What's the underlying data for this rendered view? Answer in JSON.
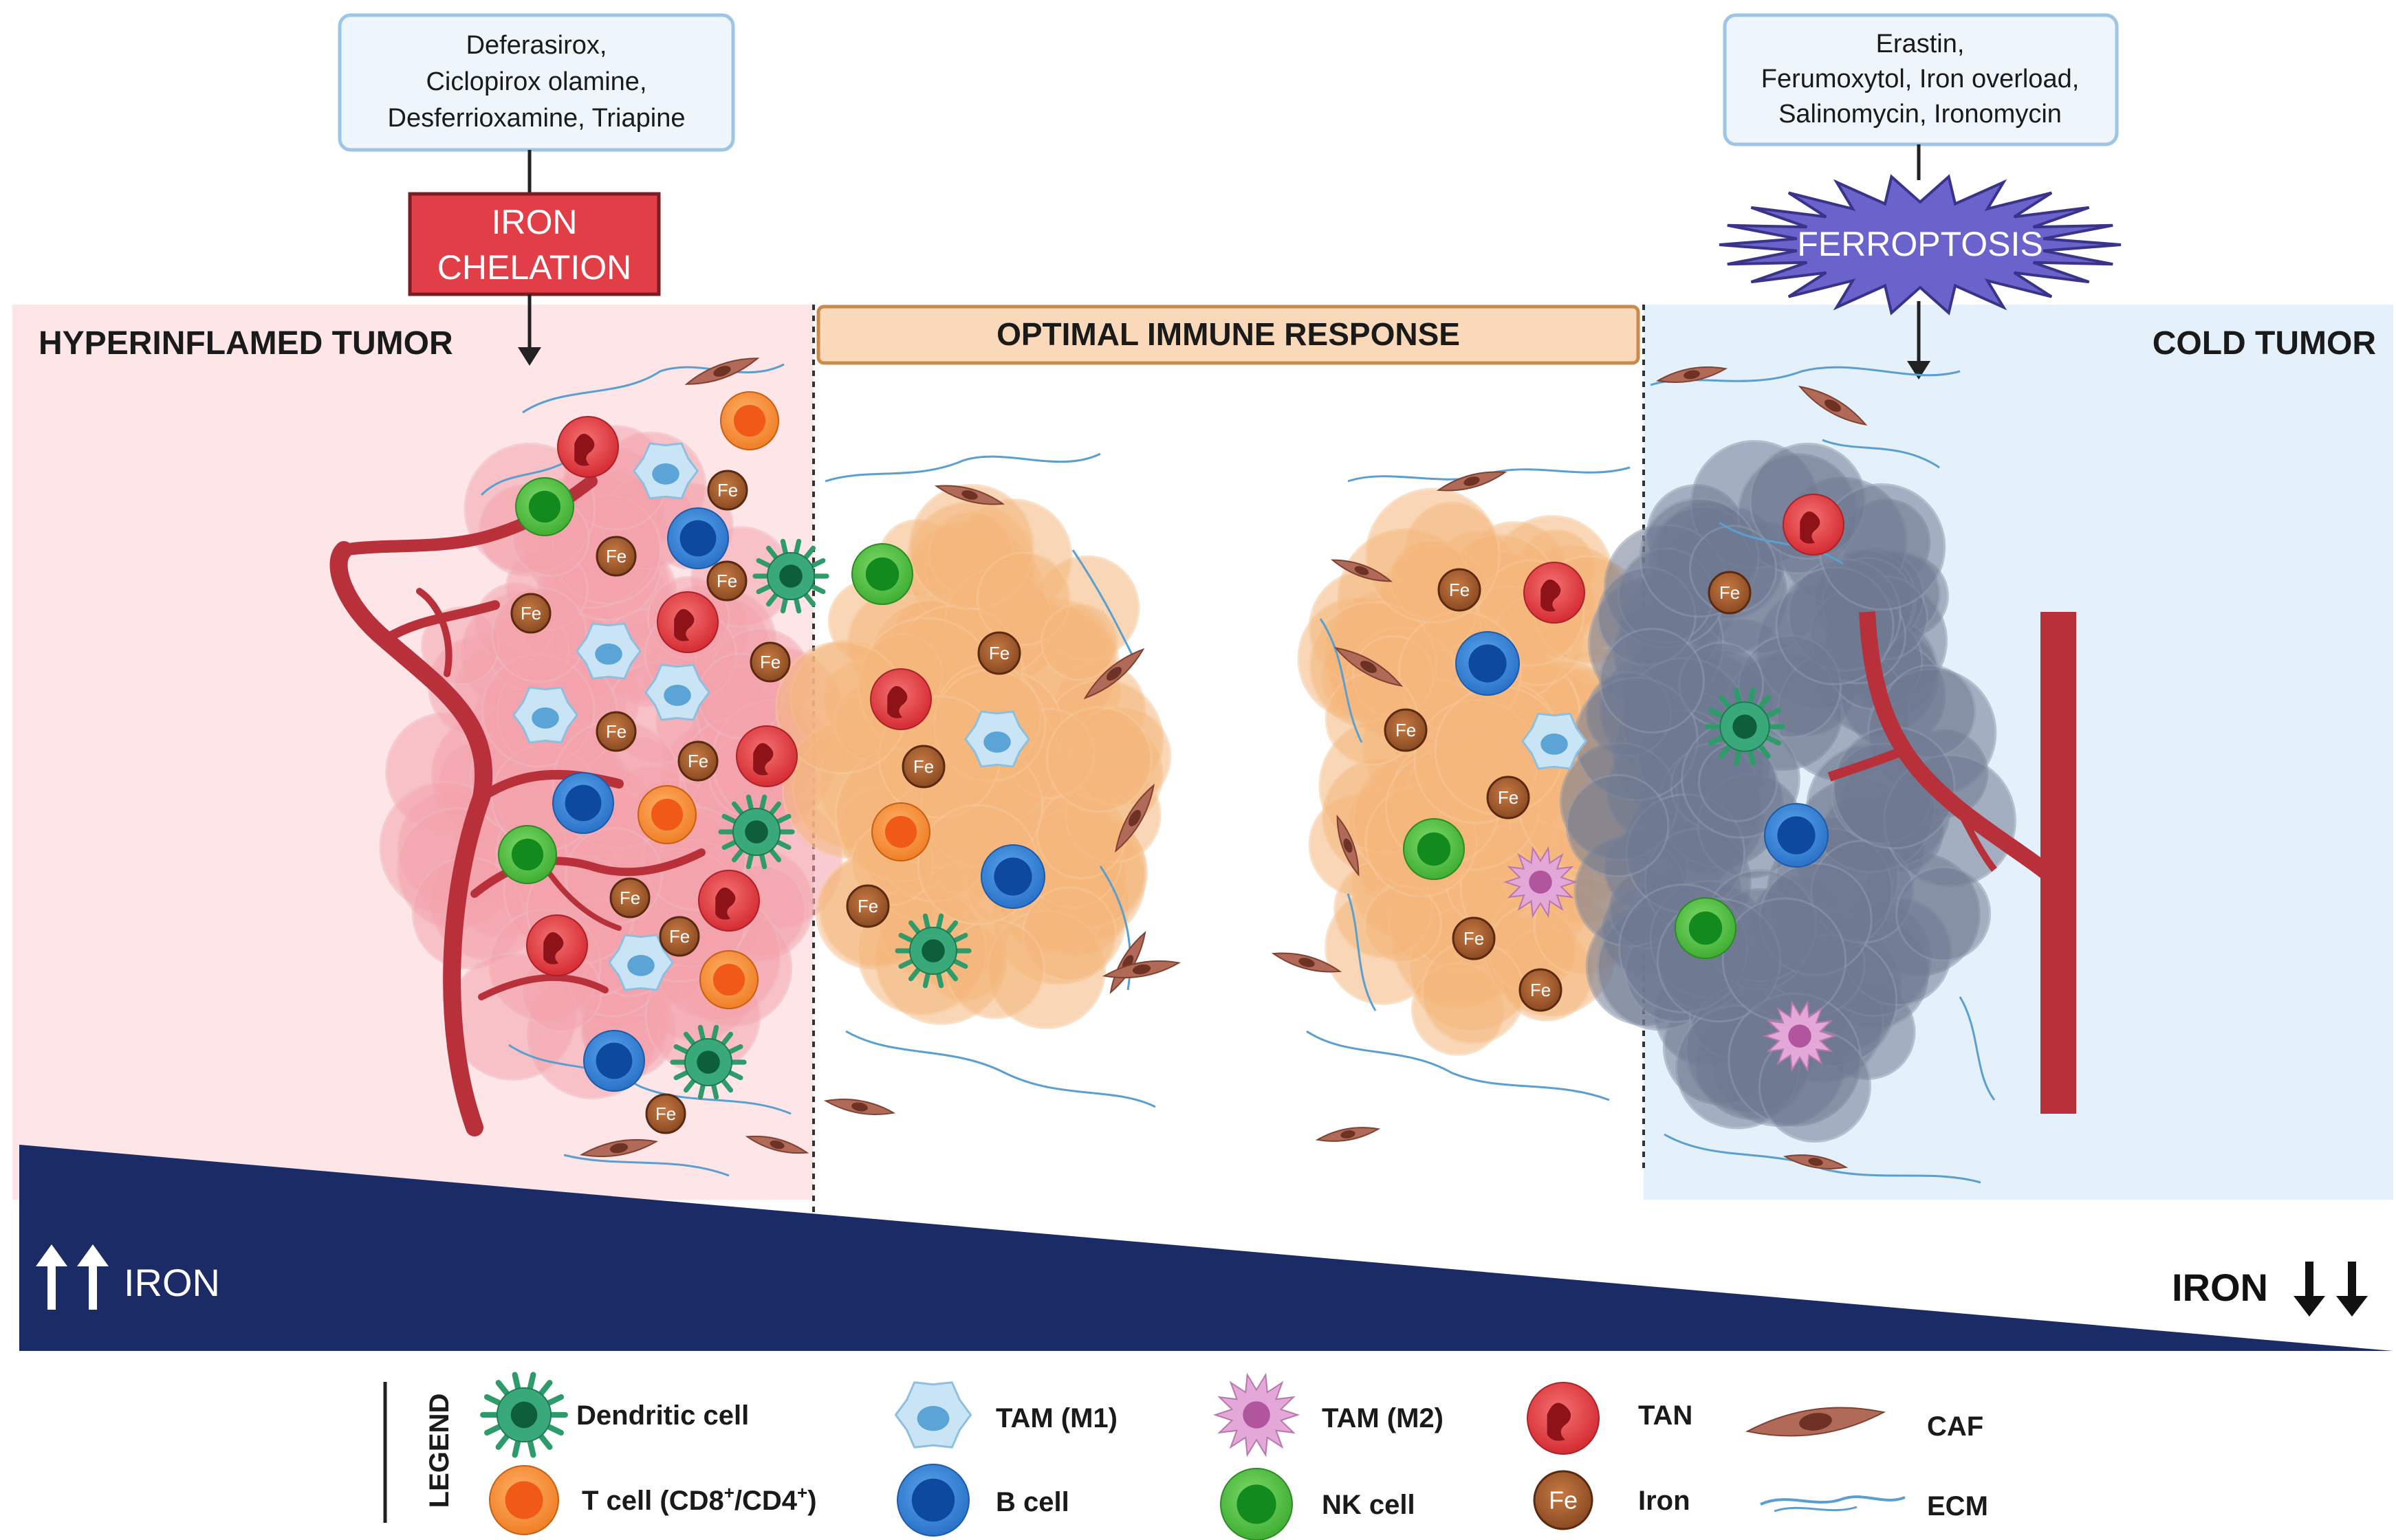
{
  "drug_boxes": {
    "chelators": [
      "Deferasirox,",
      "Ciclopirox olamine,",
      "Desferrioxamine, Triapine"
    ],
    "ferroptosis_inducers": [
      "Erastin,",
      "Ferumoxytol, Iron overload,",
      "Salinomycin, Ironomycin"
    ]
  },
  "interventions": {
    "iron_chelation": [
      "IRON",
      "CHELATION"
    ],
    "ferroptosis": "FERROPTOSIS"
  },
  "regions": {
    "hyperinflamed": "HYPERINFLAMED TUMOR",
    "optimal": "OPTIMAL IMMUNE RESPONSE",
    "cold": "COLD TUMOR"
  },
  "iron_gradient": {
    "left_label": "IRON",
    "right_label": "IRON",
    "left_direction": "up",
    "right_direction": "down"
  },
  "iron_marker_text": "Fe",
  "legend": {
    "title": "LEGEND",
    "items": [
      {
        "key": "dendritic",
        "label": "Dendritic cell"
      },
      {
        "key": "tcell",
        "label": "T cell (CD8",
        "sup1": "+",
        "mid": "/CD4",
        "sup2": "+",
        "end": ")"
      },
      {
        "key": "tam_m1",
        "label": "TAM (M1)"
      },
      {
        "key": "bcell",
        "label": "B cell"
      },
      {
        "key": "tam_m2",
        "label": "TAM (M2)"
      },
      {
        "key": "nk",
        "label": "NK cell"
      },
      {
        "key": "tan",
        "label": "TAN"
      },
      {
        "key": "iron",
        "label": "Iron"
      },
      {
        "key": "caf",
        "label": "CAF"
      },
      {
        "key": "ecm",
        "label": "ECM"
      }
    ]
  },
  "colors": {
    "hyperinflamed_bg": "#fde5e8",
    "cold_bg": "#e4f1fa",
    "chelation_red": "#e23e47",
    "ferroptosis_purple": "#6b63cc",
    "gradient_navy": "#1b2b66",
    "drug_box_fill": "#eef6fc",
    "drug_box_border": "#9ec5e6",
    "optimal_fill": "#f9d9b9",
    "optimal_border": "#c98a4b"
  }
}
